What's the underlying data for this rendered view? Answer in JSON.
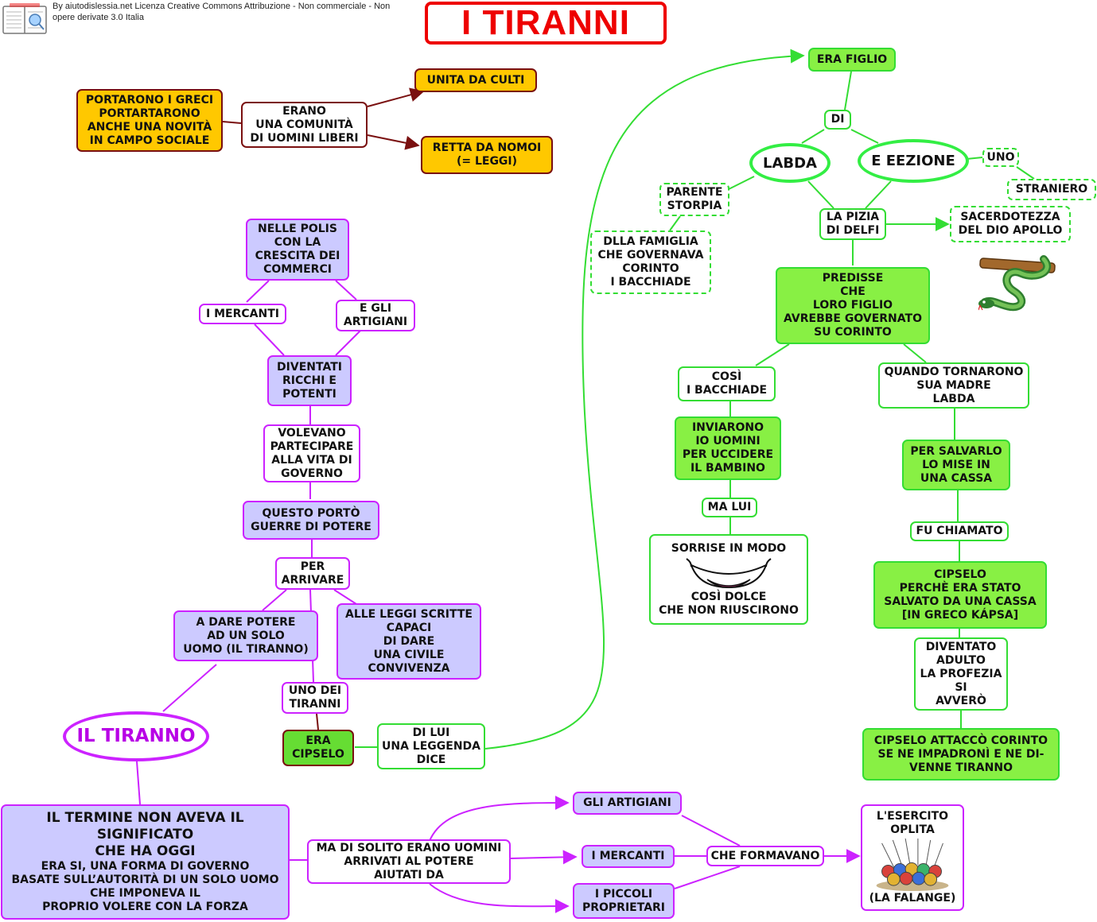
{
  "header": {
    "title": "I TIRANNI",
    "license": "By aiutodislessia.net Licenza Creative Commons Attribuzione - Non commerciale - Non opere derivate 3.0 Italia"
  },
  "colors": {
    "orange": "#ffc800",
    "purple_fill": "#cccaff",
    "purple_border": "#cc22ff",
    "green_fill": "#88f044",
    "green_border": "#33dd33",
    "dark_red": "#7a1010",
    "title_red": "#ee0000"
  },
  "nodes": {
    "portarono": "PORTARONO I GRECI\nPORTARTARONO\nANCHE UNA NOVITÀ\nIN CAMPO SOCIALE",
    "erano": "ERANO\nUNA COMUNITÀ\nDI UOMINI LIBERI",
    "unita": "UNITA DA CULTI",
    "retta": "RETTA DA NOMOI\n(= LEGGI)",
    "polis": "NELLE POLIS\nCON LA\nCRESCITA DEI\nCOMMERCI",
    "mercanti1": "I MERCANTI",
    "artigiani1": "E GLI\nARTIGIANI",
    "diventati": "DIVENTATI\nRICCHI E\nPOTENTI",
    "volevano": "VOLEVANO\nPARTECIPARE\nALLA VITA DI\nGOVERNO",
    "questo": "QUESTO PORTÒ\nGUERRE DI POTERE",
    "per": "PER\nARRIVARE",
    "dare": "A DARE POTERE\nAD UN SOLO\nUOMO (IL TIRANNO)",
    "leggi": "ALLE LEGGI SCRITTE\nCAPACI\nDI DARE\nUNA CIVILE\nCONVIVENZA",
    "unodei": "UNO DEI\nTIRANNI",
    "eracipselo": "ERA\nCIPSELO",
    "dilui": "DI LUI\nUNA LEGGENDA\nDICE",
    "iltiranno": "IL TIRANNO",
    "termine": "IL TERMINE NON AVEVA IL\nSIGNIFICATO\nCHE HA OGGI",
    "termine2": "ERA SI, UNA FORMA DI GOVERNO\nBASATE SULL’AUTORITÀ DI UN SOLO UOMO\nCHE IMPONEVA IL\nPROPRIO VOLERE CON LA FORZA",
    "madisolito": "MA DI SOLITO ERANO UOMINI\nARRIVATI AL POTERE\nAIUTATI DA",
    "artigiani2": "GLI ARTIGIANI",
    "mercanti2": "I MERCANTI",
    "piccoli": "I PICCOLI\nPROPRIETARI",
    "formavano": "CHE FORMAVANO",
    "esercito": "L'ESERCITO\nOPLITA",
    "falange": "(LA FALANGE)",
    "erafiglio": "ERA FIGLIO",
    "di": "DI",
    "labda": "LABDA",
    "eezione": "E  EEZIONE",
    "uno": "UNO",
    "straniero": "STRANIERO",
    "parente": "PARENTE\nSTORPIA",
    "famiglia": "DLLA FAMIGLIA\nCHE GOVERNAVA\nCORINTO\nI BACCHIADE",
    "pizia": "LA PIZIA\nDI  DELFI",
    "sacerdotezza": "SACERDOTEZZA\nDEL DIO APOLLO",
    "predisse": "PREDISSE\nCHE\nLORO FIGLIO\nAVREBBE GOVERNATO\nSU CORINTO",
    "cosi": "COSÌ\nI  BACCHIADE",
    "inviarono": "INVIARONO\nIO UOMINI\nPER UCCIDERE\nIL BAMBINO",
    "malui": "MA LUI",
    "sorrise1": "SORRISE IN MODO",
    "sorrise2": "COSÌ DOLCE\nCHE NON RIUSCIRONO",
    "quando": "QUANDO TORNARONO\nSUA MADRE\nLABDA",
    "salvarlo": "PER SALVARLO\nLO MISE IN\nUNA CASSA",
    "fuchiamato": "FU CHIAMATO",
    "cipselo": "CIPSELO\nPERCHÈ ERA STATO\nSALVATO DA UNA CASSA\n[IN GRECO KÁPSA]",
    "adulto": "DIVENTATO\nADULTO\nLA PROFEZIA\nSI\nAVVERÒ",
    "attacco": "CIPSELO ATTACCÒ CORINTO\nSE NE IMPADRONÌ E NE DI-\nVENNE TIRANNO"
  },
  "icons": {
    "logo": "book-logo-icon",
    "snake": "snake-on-branch-icon",
    "smile": "smiling-mouth-icon",
    "army": "hoplite-phalanx-icon"
  }
}
